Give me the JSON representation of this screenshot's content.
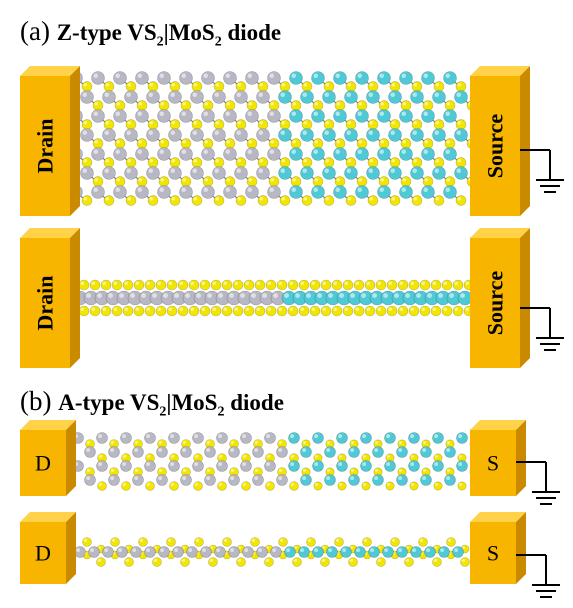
{
  "panel_a": {
    "label": "(a)",
    "title_pre": "Z-type VS",
    "title_sub1": "2",
    "title_mid": "|MoS",
    "title_sub2": "2",
    "title_post": " diode",
    "drain_label": "Drain",
    "source_label": "Source"
  },
  "panel_b": {
    "label": "(b)",
    "title_pre": "A-type VS",
    "title_sub1": "2",
    "title_mid": "|MoS",
    "title_sub2": "2",
    "title_post": " diode",
    "drain_label": "D",
    "source_label": "S"
  },
  "colors": {
    "electrode_front": "#f7b500",
    "electrode_side": "#c98a00",
    "electrode_top": "#ffd24a",
    "sulfur": "#f2e600",
    "vanadium": "#b8b8c4",
    "molybdenum": "#4fc9d6",
    "bond": "#888888",
    "ground": "#000000"
  }
}
